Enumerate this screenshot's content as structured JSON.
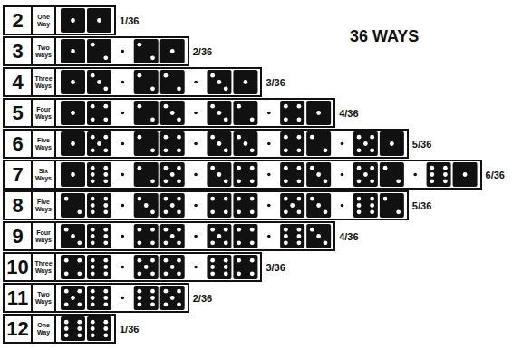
{
  "diagram": {
    "title": "36 WAYS",
    "nodes": [
      {
        "text": [
          "2",
          "One Way",
          "1/36"
        ]
      },
      {
        "text": [
          "3",
          "Two Ways",
          "2/36"
        ]
      },
      {
        "text": [
          "4",
          "Three Ways",
          "3/36"
        ]
      },
      {
        "text": [
          "5",
          "Four Ways",
          "4/36"
        ]
      },
      {
        "text": [
          "6",
          "Five Ways",
          "5/36"
        ]
      },
      {
        "text": [
          "7",
          "Six Ways",
          "6/36"
        ]
      },
      {
        "text": [
          "8",
          "Five Ways",
          "5/36"
        ]
      },
      {
        "text": [
          "9",
          "Four Ways",
          "4/36"
        ]
      },
      {
        "text": [
          "10",
          "Three Ways",
          "3/36"
        ]
      },
      {
        "text": [
          "11",
          "Two Ways",
          "2/36"
        ]
      },
      {
        "text": [
          "12",
          "One Way",
          "1/36"
        ]
      }
    ]
  }
}
